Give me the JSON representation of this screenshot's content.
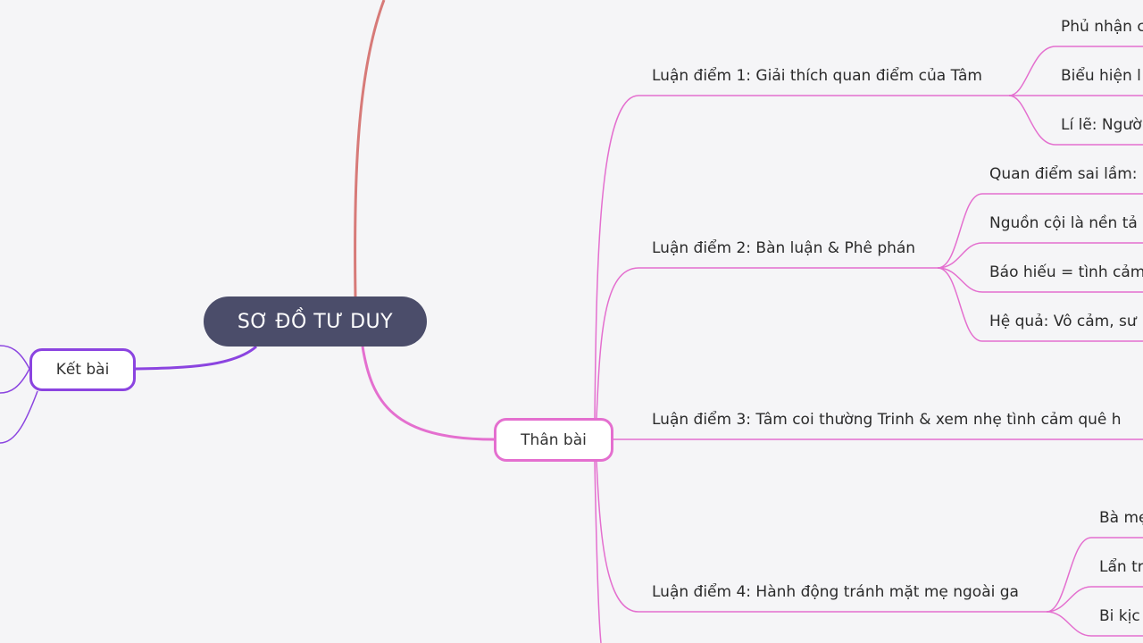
{
  "root": {
    "label": "SƠ ĐỒ TƯ DUY"
  },
  "branches": {
    "ket_bai": {
      "label": "Kết bài"
    },
    "than_bai": {
      "label": "Thân bài",
      "points": [
        {
          "label": "Luận điểm 1: Giải thích quan điểm của Tâm",
          "children": [
            "Phủ nhận c",
            "Biểu hiện l",
            "Lí lẽ: Ngườ"
          ]
        },
        {
          "label": "Luận điểm 2: Bàn luận & Phê phán",
          "children": [
            "Quan điểm sai lầm:",
            "Nguồn cội là nền tả",
            "Báo hiếu = tình cảm",
            "Hệ quả: Vô cảm, sư"
          ]
        },
        {
          "label": "Luận điểm 3: Tâm coi thường Trinh & xem nhẹ tình cảm quê h",
          "children": []
        },
        {
          "label": "Luận điểm 4: Hành động tránh mặt mẹ ngoài ga",
          "children": [
            "Bà mẹ",
            "Lẩn trá",
            "Bi kịc"
          ]
        }
      ]
    }
  },
  "colors": {
    "root_fill": "#4b4d6a",
    "than_bai": "#e46fcf",
    "ket_bai": "#8b44e0",
    "top_branch": "#d77a78"
  }
}
